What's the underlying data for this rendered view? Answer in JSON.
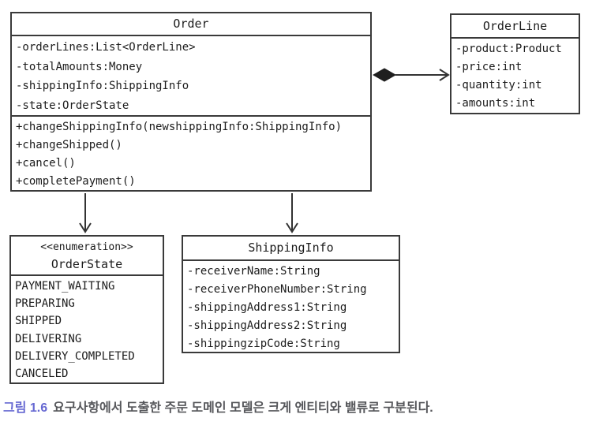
{
  "diagram": {
    "classes": {
      "order": {
        "title": "Order",
        "attributes": [
          "-orderLines:List<OrderLine>",
          "-totalAmounts:Money",
          "-shippingInfo:ShippingInfo",
          "-state:OrderState"
        ],
        "methods": [
          "+changeShippingInfo(newshippingInfo:ShippingInfo)",
          "+changeShipped()",
          "+cancel()",
          "+completePayment()"
        ]
      },
      "order_line": {
        "title": "OrderLine",
        "attributes": [
          "-product:Product",
          "-price:int",
          "-quantity:int",
          "-amounts:int"
        ]
      },
      "order_state": {
        "stereotype": "<<enumeration>>",
        "title": "OrderState",
        "values": [
          "PAYMENT_WAITING",
          "PREPARING",
          "SHIPPED",
          "DELIVERING",
          "DELIVERY_COMPLETED",
          "CANCELED"
        ]
      },
      "shipping_info": {
        "title": "ShippingInfo",
        "attributes": [
          "-receiverName:String",
          "-receiverPhoneNumber:String",
          "-shippingAddress1:String",
          "-shippingAddress2:String",
          "-shippingzipCode:String"
        ]
      }
    },
    "relations": [
      {
        "from": "Order",
        "to": "OrderLine",
        "type": "composition",
        "marker": "filled-diamond-to-open-arrow"
      },
      {
        "from": "Order",
        "to": "OrderState",
        "type": "dependency",
        "marker": "open-arrow-down"
      },
      {
        "from": "Order",
        "to": "ShippingInfo",
        "type": "dependency",
        "marker": "open-arrow-down"
      }
    ]
  },
  "caption": {
    "label": "그림 1.6",
    "text": "요구사항에서 도출한 주문 도메인 모델은 크게 엔티티와 밸류로 구분된다."
  },
  "colors": {
    "line": "#3a3a3a",
    "text": "#1c1c1c",
    "caption_label": "#6668d2",
    "caption_text": "#56575b",
    "background": "#ffffff"
  }
}
